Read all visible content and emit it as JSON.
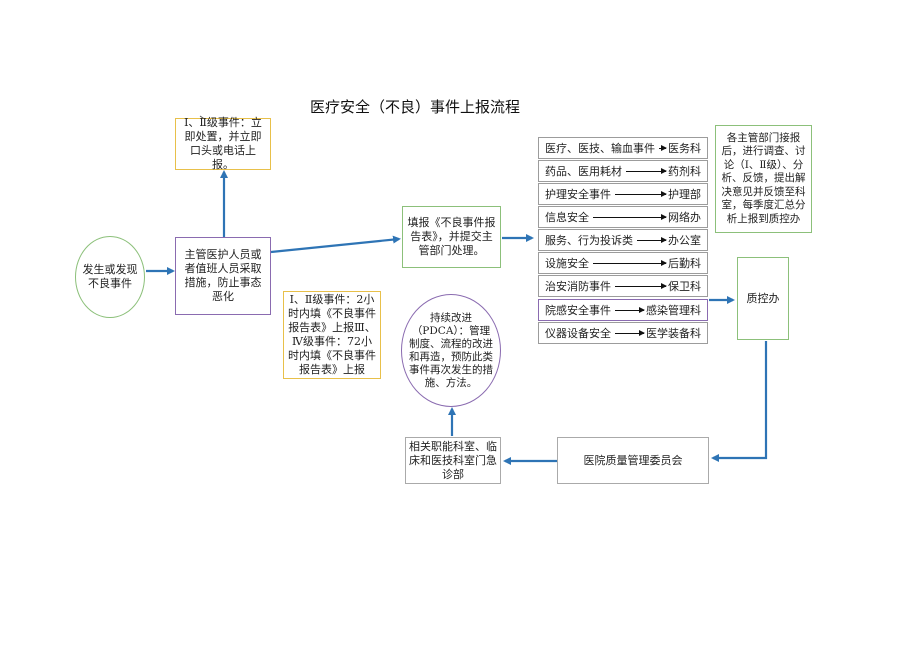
{
  "title": "医疗安全（不良）事件上报流程",
  "nodes": {
    "start": "发生或发现不良事件",
    "measures": "主管医护人员或者值班人员采取措施，防止事态恶化",
    "grade12_immediate": "Ⅰ、Ⅱ级事件：立即处置，并立即口头或电话上报。",
    "report_form": "填报《不良事件报告表》，并提交主管部门处理。",
    "time_limits": "Ⅰ、Ⅱ级事件：2小时内填《不良事件报告表》上报Ⅲ、Ⅳ级事件：72小时内填《不良事件报告表》上报",
    "pdca": "持续改进（PDCA）：管理制度、流程的改进和再造，预防此类事件再次发生的措施、方法。",
    "dept_analysis": "各主管部门接报后，进行调查、讨论（Ⅰ、Ⅱ级）、分析、反馈，提出解决意见并反馈至科室，每季度汇总分析上报到质控办",
    "qc_office": "质控办",
    "committee": "医院质量管理委员会",
    "related_depts": "相关职能科室、临床和医技科室门急诊部"
  },
  "routing": [
    {
      "event": "医疗、医技、输血事件",
      "dept": "医务科"
    },
    {
      "event": "药品、医用耗材",
      "dept": "药剂科"
    },
    {
      "event": "护理安全事件",
      "dept": "护理部"
    },
    {
      "event": "信息安全",
      "dept": "网络办"
    },
    {
      "event": "服务、行为投诉类",
      "dept": "办公室"
    },
    {
      "event": "设施安全",
      "dept": "后勤科"
    },
    {
      "event": "治安消防事件",
      "dept": "保卫科"
    },
    {
      "event": "院感安全事件",
      "dept": "感染管理科"
    },
    {
      "event": "仪器设备安全",
      "dept": "医学装备科"
    }
  ],
  "colors": {
    "arrow": "#2e74b5",
    "green": "#8cc07a",
    "purple": "#8a6bb0",
    "yellow": "#e8c04a"
  }
}
